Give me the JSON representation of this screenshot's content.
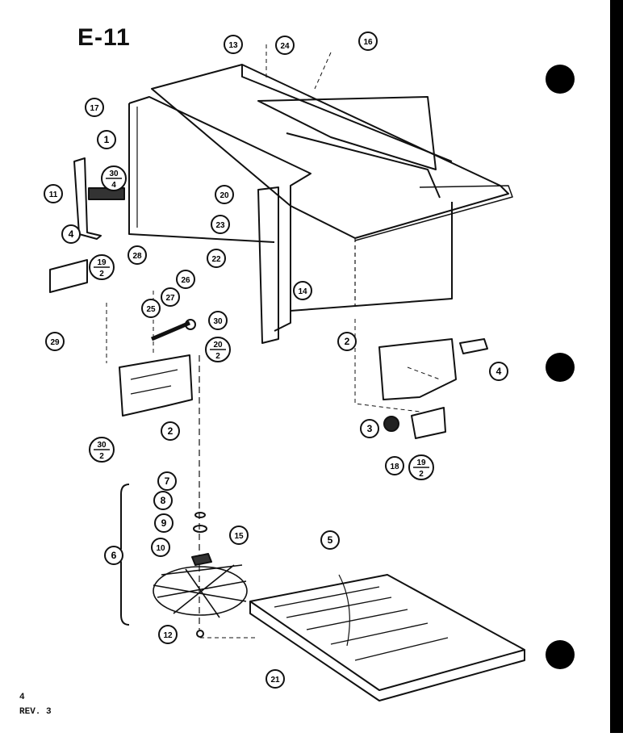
{
  "title": "E-11",
  "page_number": "4",
  "revision": "REV. 3",
  "callouts": [
    {
      "id": "c13",
      "text": "13"
    },
    {
      "id": "c24",
      "text": "24"
    },
    {
      "id": "c16",
      "text": "16"
    },
    {
      "id": "c17",
      "text": "17"
    },
    {
      "id": "c1",
      "text": "1"
    },
    {
      "id": "c11",
      "text": "11"
    },
    {
      "id": "c20a",
      "text": "20"
    },
    {
      "id": "c23",
      "text": "23"
    },
    {
      "id": "c22",
      "text": "22"
    },
    {
      "id": "c4a",
      "text": "4"
    },
    {
      "id": "c28a",
      "text": "28"
    },
    {
      "id": "c26",
      "text": "26"
    },
    {
      "id": "c27",
      "text": "27"
    },
    {
      "id": "c25",
      "text": "25"
    },
    {
      "id": "c29",
      "text": "29"
    },
    {
      "id": "c30",
      "text": "30"
    },
    {
      "id": "c14",
      "text": "14"
    },
    {
      "id": "c2a",
      "text": "2"
    },
    {
      "id": "c2b",
      "text": "2"
    },
    {
      "id": "c4b",
      "text": "4"
    },
    {
      "id": "c3",
      "text": "3"
    },
    {
      "id": "c18",
      "text": "18"
    },
    {
      "id": "c7",
      "text": "7"
    },
    {
      "id": "c8",
      "text": "8"
    },
    {
      "id": "c9",
      "text": "9"
    },
    {
      "id": "c15",
      "text": "15"
    },
    {
      "id": "c10",
      "text": "10"
    },
    {
      "id": "c6",
      "text": "6"
    },
    {
      "id": "c5",
      "text": "5"
    },
    {
      "id": "c12",
      "text": "12"
    },
    {
      "id": "c21",
      "text": "21"
    }
  ],
  "fractions": [
    {
      "id": "f30_4",
      "num": "30",
      "den": "4"
    },
    {
      "id": "f19_2a",
      "num": "19",
      "den": "2"
    },
    {
      "id": "f20_2",
      "num": "20",
      "den": "2"
    },
    {
      "id": "f30_2",
      "num": "30",
      "den": "2"
    },
    {
      "id": "f19_2b",
      "num": "19",
      "den": "2"
    }
  ]
}
